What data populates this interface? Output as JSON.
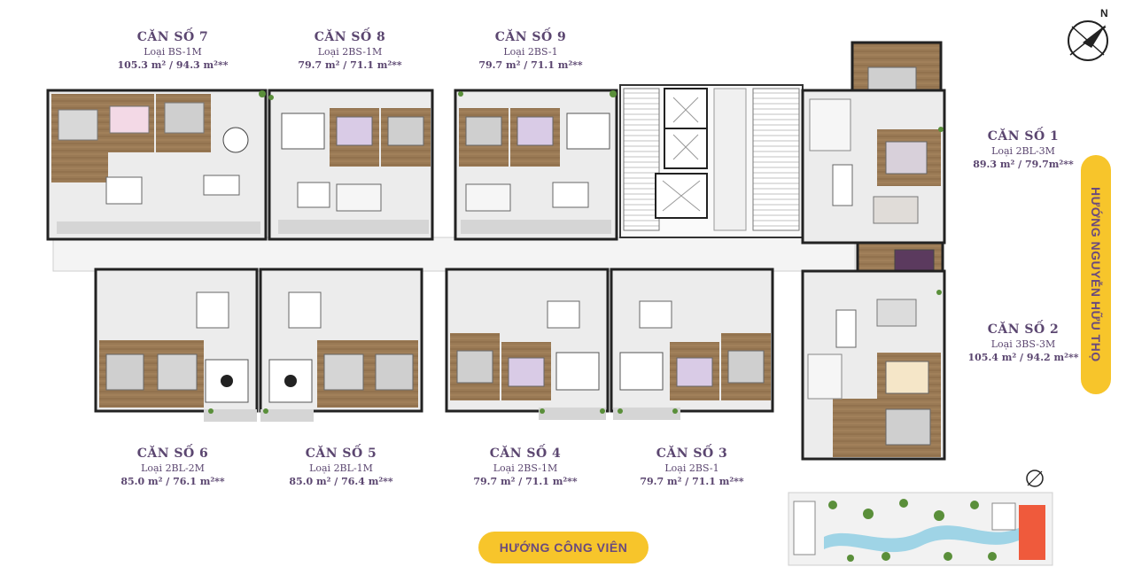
{
  "units": {
    "u7": {
      "title": "CĂN SỐ 7",
      "type": "Loại BS-1M",
      "area": "105.3 m² / 94.3 m²**"
    },
    "u8": {
      "title": "CĂN SỐ 8",
      "type": "Loại 2BS-1M",
      "area": "79.7 m² / 71.1 m²**"
    },
    "u9": {
      "title": "CĂN SỐ 9",
      "type": "Loại 2BS-1",
      "area": "79.7 m² / 71.1 m²**"
    },
    "u1": {
      "title": "CĂN SỐ 1",
      "type": "Loại 2BL-3M",
      "area": "89.3 m² / 79.7m²**"
    },
    "u2": {
      "title": "CĂN SỐ 2",
      "type": "Loại 3BS-3M",
      "area": "105.4 m² / 94.2 m²**"
    },
    "u6": {
      "title": "CĂN SỐ 6",
      "type": "Loại 2BL-2M",
      "area": "85.0 m² / 76.1 m²**"
    },
    "u5": {
      "title": "CĂN SỐ 5",
      "type": "Loại 2BL-1M",
      "area": "85.0 m² / 76.4 m²**"
    },
    "u4": {
      "title": "CĂN SỐ 4",
      "type": "Loại 2BS-1M",
      "area": "79.7 m² / 71.1 m²**"
    },
    "u3": {
      "title": "CĂN SỐ 3",
      "type": "Loại 2BS-1",
      "area": "79.7 m² / 71.1 m²**"
    }
  },
  "directions": {
    "bottom": "HƯỚNG CÔNG VIÊN",
    "right": "HƯỚNG NGUYỄN HỮU THỌ"
  },
  "compass": {
    "north": "N"
  },
  "colors": {
    "wall": "#2a2a2a",
    "wood": "#9a7a55",
    "floor": "#e9e9e9",
    "badge": "#f7c52b",
    "label": "#5b4670",
    "river": "#9fd4e6",
    "tower_highlight": "#ef5a3c",
    "greenery": "#5a8f3a"
  }
}
